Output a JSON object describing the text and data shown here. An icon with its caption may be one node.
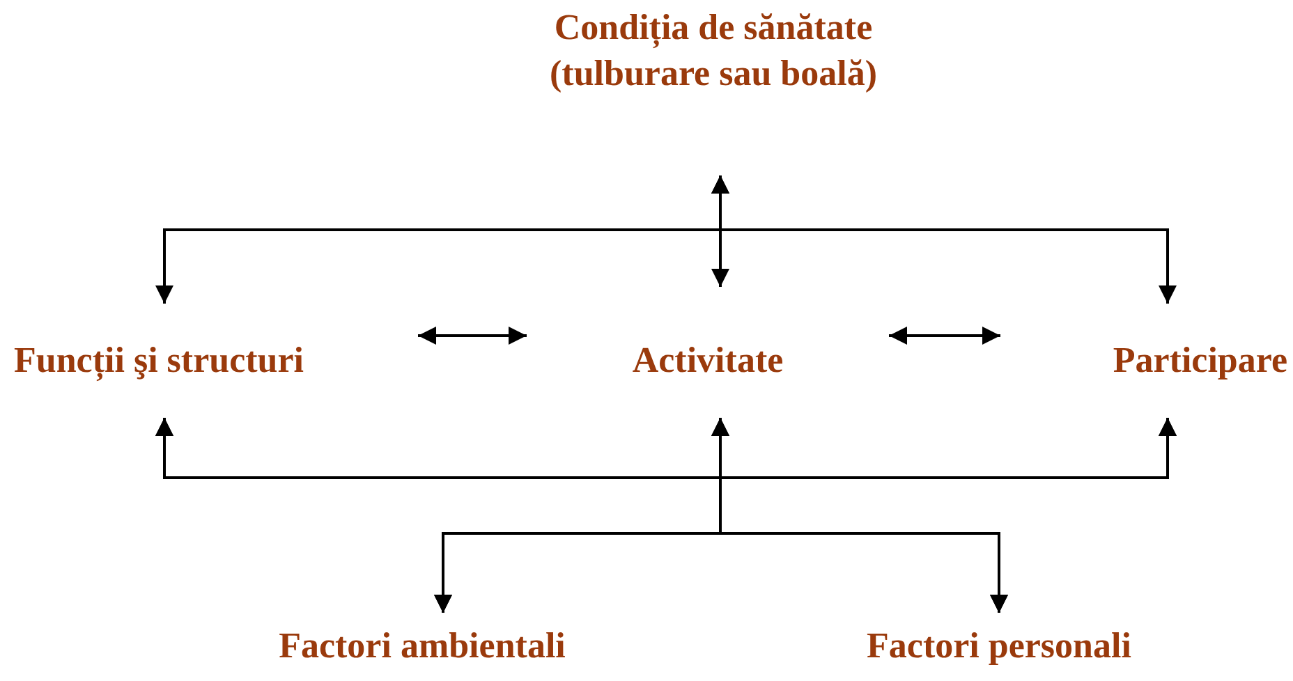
{
  "diagram": {
    "nodes": [
      {
        "text": [
          "Condiția de sănătate (tulburare sau boală)"
        ]
      },
      {
        "text": [
          "Funcții şi structuri"
        ]
      },
      {
        "text": [
          "Activitate"
        ]
      },
      {
        "text": [
          "Participare"
        ]
      },
      {
        "text": [
          "Factori ambientali"
        ]
      },
      {
        "text": [
          "Factori personali"
        ]
      }
    ],
    "edges": [
      {
        "from": 0,
        "to": 2,
        "arrow": "both"
      },
      {
        "from": 0,
        "to": 1,
        "arrow": "both"
      },
      {
        "from": 0,
        "to": 3,
        "arrow": "both"
      },
      {
        "from": 1,
        "to": 2,
        "arrow": "both"
      },
      {
        "from": 2,
        "to": 3,
        "arrow": "both"
      },
      {
        "from": 4,
        "to": 1,
        "arrow": "both"
      },
      {
        "from": 4,
        "to": 2,
        "arrow": "both"
      },
      {
        "from": 4,
        "to": 3,
        "arrow": "both"
      },
      {
        "from": 5,
        "to": 1,
        "arrow": "both"
      },
      {
        "from": 5,
        "to": 2,
        "arrow": "both"
      },
      {
        "from": 5,
        "to": 3,
        "arrow": "both"
      }
    ]
  }
}
